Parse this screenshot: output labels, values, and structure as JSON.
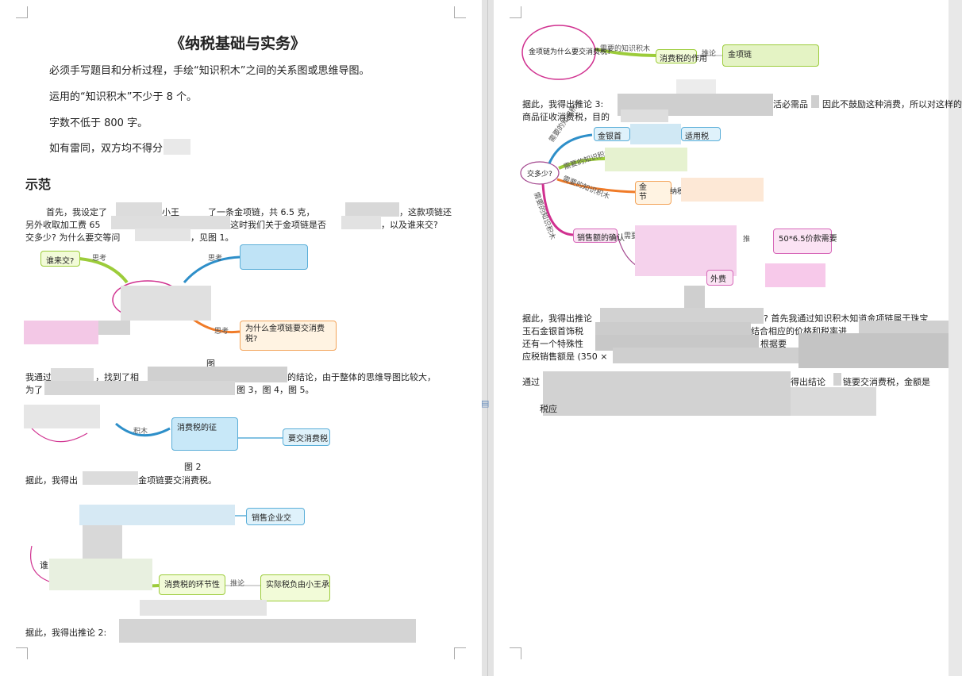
{
  "left": {
    "title": "《纳税基础与实务》",
    "req1": "必须手写题目和分析过程，手绘“知识积木”之间的关系图或思维导图。",
    "req2": "运用的“知识积木”不少于 8 个。",
    "req3": "字数不低于 800 字。",
    "req4": "如有雷同，双方均不得分",
    "heading": "示范",
    "p1_l1a": "首先，我设定了",
    "p1_l1b": "小王",
    "p1_l1c": "了一条金项链，共 6.5 克，",
    "p1_l1d": "，这款项链还",
    "p1_l2a": "另外收取加工费 65",
    "p1_l2b": "这时我们关于金项链是否",
    "p1_l2c": "，以及谁来交?",
    "p1_l3a": "交多少? 为什么要交等问",
    "p1_l3b": "，见图 1。",
    "fig1": {
      "node_who": "谁来交?",
      "node_why": "为什么金项链要交消费税?",
      "br_a": "思考",
      "br_b": "思考",
      "br_c": "思考",
      "caption": "图"
    },
    "p2_l1a": "我通过",
    "p2_l1b": "，找到了相",
    "p2_l1c": "的结论，由于整体的思维导图比较大，",
    "p2_l2a": "为了",
    "p2_l2b": "图 3，图 4，图 5。",
    "fig2": {
      "br": "积木",
      "node_role": "消费税的征",
      "node_need": "要交消费税",
      "caption": "图 2"
    },
    "p3": "据此，我得出",
    "p3b": "金项链要交消费税。",
    "fig3": {
      "node_sell": "销售企业交",
      "node_who": "谁",
      "br": "推论",
      "node_tax": "消费税的环节性",
      "node_real": "实际税负由小王承"
    },
    "p4": "据此，我得出推论 2:"
  },
  "right": {
    "fig4": {
      "node_why": "金项链为什么要交消费税?",
      "br_know": "需要的知识积木",
      "node_role": "消费税的作用",
      "br_infer": "推论",
      "node_gold": "金项链"
    },
    "p5_l1a": "据此，我得出推论 3:",
    "p5_l1b": "活必需品",
    "p5_l1c": "因此不鼓励这种消费，所以对这样的",
    "p5_l2": "商品征收消费税，目的",
    "fig5": {
      "node_center": "交多少?",
      "br1": "需要的知识积木",
      "br2": "需要的知识积木",
      "br3": "需要的知识积木",
      "br4": "需要的知识积木",
      "node_gold": "金银首",
      "node_tax": "适用税",
      "node_link": "金",
      "node_link2": "节",
      "node_link3": "纳税",
      "node_sales": "销售额的确认",
      "br_need": "需要",
      "br_infer": "推",
      "node_price": "50*6.5价款需要",
      "node_extra": "外费"
    },
    "p6_l1": "据此，我得出推论",
    "p6_l1b": "? 首先我通过知识积木知道金项链属于珠宝",
    "p6_l2a": "玉石金银首饰税",
    "p6_l2b": "结合相应的价格和税率进",
    "p6_l3a": "还有一个特殊性",
    "p6_l3b": "根据要",
    "p6_l4": "应税销售额是 (350 ×",
    "p7_l1a": "通过",
    "p7_l1b": "得出结论",
    "p7_l1c": "链要交消费税，金额是",
    "p7_l2": "税应"
  },
  "colors": {
    "green": "#9ccc3a",
    "blue": "#2e8fc9",
    "orange": "#f07b28",
    "pink": "#d0308f",
    "purple": "#a4488f"
  }
}
